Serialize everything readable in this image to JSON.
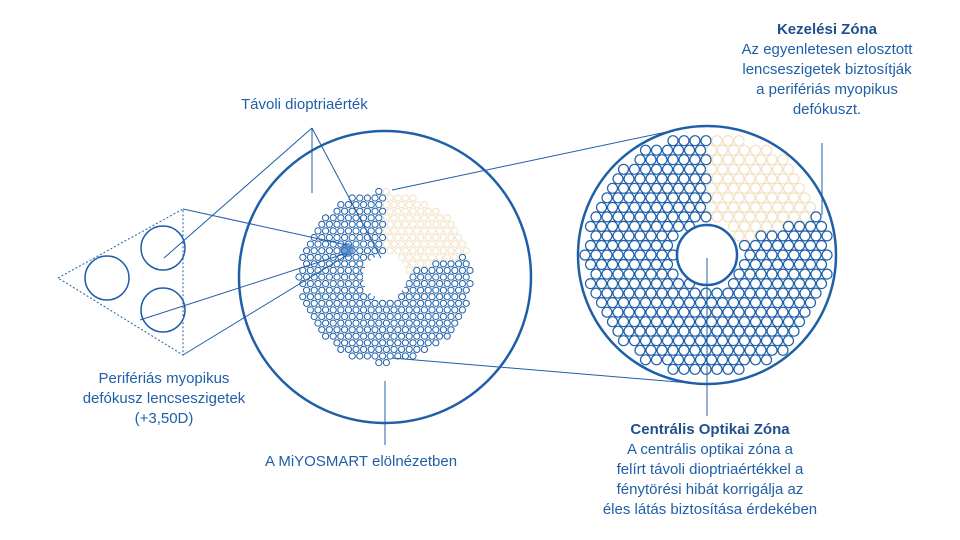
{
  "colors": {
    "primary": "#1f5fa8",
    "heading": "#1f4f8f",
    "treatment_zone": "#f1e2c4",
    "highlight": "#3b78c2",
    "background": "#ffffff"
  },
  "labels": {
    "distance_power": "Távoli dioptriaérték",
    "peripheral": {
      "lines": [
        "Perifériás myopikus",
        "defókusz lencseszigetek",
        "(+3,50D)"
      ]
    },
    "front_view": "A MiYOSMART elölnézetben",
    "treatment_zone": {
      "title": "Kezelési Zóna",
      "lines": [
        "Az egyenletesen elosztott",
        "lencseszigetek biztosítják",
        "a perifériás myopikus",
        "defókuszt."
      ]
    },
    "central_zone": {
      "title": "Centrális Optikai Zóna",
      "lines": [
        "A centrális optikai zóna a",
        "felírt távoli dioptriaértékkel a",
        "fénytörési hibát korrigálja az",
        "éles látás biztosítása érdekében"
      ]
    }
  }
}
